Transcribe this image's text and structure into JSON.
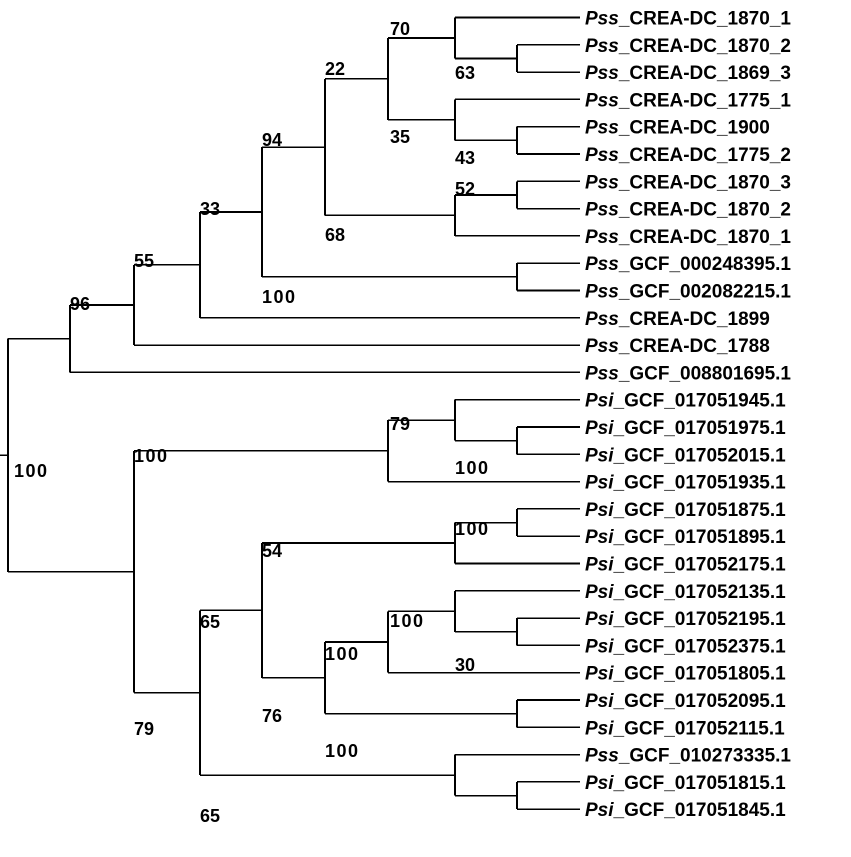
{
  "leaves": [
    {
      "genus": "Pss",
      "rest": "_CREA-DC_1870_1"
    },
    {
      "genus": "Pss",
      "rest": "_CREA-DC_1870_2"
    },
    {
      "genus": "Pss",
      "rest": "_CREA-DC_1869_3"
    },
    {
      "genus": "Pss",
      "rest": "_CREA-DC_1775_1"
    },
    {
      "genus": "Pss",
      "rest": "_CREA-DC_1900"
    },
    {
      "genus": "Pss",
      "rest": "_CREA-DC_1775_2"
    },
    {
      "genus": "Pss",
      "rest": "_CREA-DC_1870_3"
    },
    {
      "genus": "Pss",
      "rest": "_CREA-DC_1870_2"
    },
    {
      "genus": "Pss",
      "rest": "_CREA-DC_1870_1"
    },
    {
      "genus": "Pss",
      "rest": "_GCF_000248395.1"
    },
    {
      "genus": "Pss",
      "rest": "_GCF_002082215.1"
    },
    {
      "genus": "Pss",
      "rest": "_CREA-DC_1899"
    },
    {
      "genus": "Pss",
      "rest": "_CREA-DC_1788"
    },
    {
      "genus": "Pss",
      "rest": "_GCF_008801695.1"
    },
    {
      "genus": "Psi",
      "rest": "_GCF_017051945.1"
    },
    {
      "genus": "Psi",
      "rest": "_GCF_017051975.1"
    },
    {
      "genus": "Psi",
      "rest": "_GCF_017052015.1"
    },
    {
      "genus": "Psi",
      "rest": "_GCF_017051935.1"
    },
    {
      "genus": "Psi",
      "rest": "_GCF_017051875.1"
    },
    {
      "genus": "Psi",
      "rest": "_GCF_017051895.1"
    },
    {
      "genus": "Psi",
      "rest": "_GCF_017052175.1"
    },
    {
      "genus": "Psi",
      "rest": "_GCF_017052135.1"
    },
    {
      "genus": "Psi",
      "rest": "_GCF_017052195.1"
    },
    {
      "genus": "Psi",
      "rest": "_GCF_017052375.1"
    },
    {
      "genus": "Psi",
      "rest": "_GCF_017051805.1"
    },
    {
      "genus": "Psi",
      "rest": "_GCF_017052095.1"
    },
    {
      "genus": "Psi",
      "rest": "_GCF_017052115.1"
    },
    {
      "genus": "Pss",
      "rest": "_GCF_010273335.1"
    },
    {
      "genus": "Psi",
      "rest": "_GCF_017051815.1"
    },
    {
      "genus": "Psi",
      "rest": "_GCF_017051845.1"
    }
  ],
  "support_values": [
    "70",
    "63",
    "35",
    "43",
    "22",
    "52",
    "68",
    "94",
    "100",
    "33",
    "55",
    "96",
    "100",
    "79",
    "100",
    "100",
    "100",
    "54",
    "100",
    "30",
    "100",
    "76",
    "100",
    "65",
    "65",
    "79"
  ]
}
